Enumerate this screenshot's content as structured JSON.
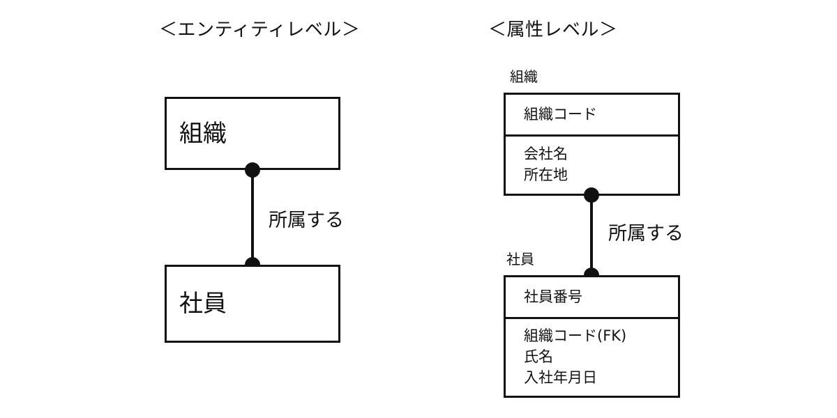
{
  "diagram": {
    "background_color": "#ffffff",
    "line_color": "#111111"
  },
  "panels": {
    "entity_level": {
      "title": "＜エンティティレベル＞",
      "entities": {
        "organization": {
          "name": "組織"
        },
        "employee": {
          "name": "社員"
        }
      },
      "relationship": {
        "label": "所属する"
      }
    },
    "attribute_level": {
      "title": "＜属性レベル＞",
      "tables": {
        "organization": {
          "name": "組織",
          "keys": [
            "組織コード"
          ],
          "attributes": [
            "会社名",
            "所在地"
          ]
        },
        "employee": {
          "name": "社員",
          "keys": [
            "社員番号"
          ],
          "attributes": [
            "組織コード(FK)",
            "氏名",
            "入社年月日"
          ]
        }
      },
      "relationship": {
        "label": "所属する"
      }
    }
  }
}
